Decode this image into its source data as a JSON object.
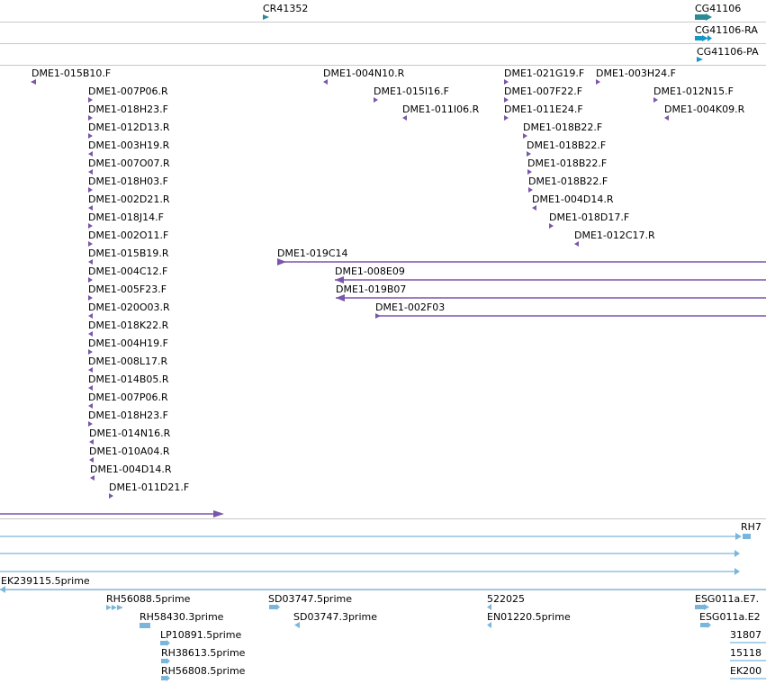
{
  "colors": {
    "gene": "#2b8a96",
    "transcript": "#1697c4",
    "bac_end": "#7b55aa",
    "est": "#7ab6dc",
    "separator": "#c8c8c8"
  },
  "tracks": {
    "genes": {
      "cr41352": "CR41352",
      "cg41106": "CG41106"
    },
    "transcripts": {
      "cg41106_ra": "CG41106-RA",
      "cg41106_pa": "CG41106-PA"
    },
    "bac_ends": {
      "labels": [
        "DME1-015B10.F",
        "DME1-007P06.R",
        "DME1-018H23.F",
        "DME1-012D13.R",
        "DME1-003H19.R",
        "DME1-007O07.R",
        "DME1-018H03.F",
        "DME1-002D21.R",
        "DME1-018J14.F",
        "DME1-002O11.F",
        "DME1-015B19.R",
        "DME1-004C12.F",
        "DME1-005F23.F",
        "DME1-020O03.R",
        "DME1-018K22.R",
        "DME1-004H19.F",
        "DME1-008L17.R",
        "DME1-014B05.R",
        "DME1-007P06.R",
        "DME1-018H23.F",
        "DME1-014N16.R",
        "DME1-010A04.R",
        "DME1-004D14.R",
        "DME1-011D21.F",
        "DME1-004N10.R",
        "DME1-015I16.F",
        "DME1-011I06.R",
        "DME1-021G19.F",
        "DME1-003H24.F",
        "DME1-007F22.F",
        "DME1-011E24.F",
        "DME1-018B22.F",
        "DME1-018B22.F",
        "DME1-018B22.F",
        "DME1-018B22.F",
        "DME1-004D14.R",
        "DME1-018D17.F",
        "DME1-012C17.R",
        "DME1-012N15.F",
        "DME1-004K09.R"
      ],
      "clones": [
        "DME1-019C14",
        "DME1-008E09",
        "DME1-019B07",
        "DME1-002F03"
      ]
    },
    "ests": {
      "labels": [
        "RH7",
        "EK239115.5prime",
        "RH56088.5prime",
        "RH58430.3prime",
        "LP10891.5prime",
        "RH38613.5prime",
        "RH56808.5prime",
        "SD03747.5prime",
        "SD03747.3prime",
        "522025",
        "EN01220.5prime",
        "ESG011a.E7.",
        "ESG011a.E2",
        "31807",
        "15118",
        "EK200"
      ]
    }
  }
}
